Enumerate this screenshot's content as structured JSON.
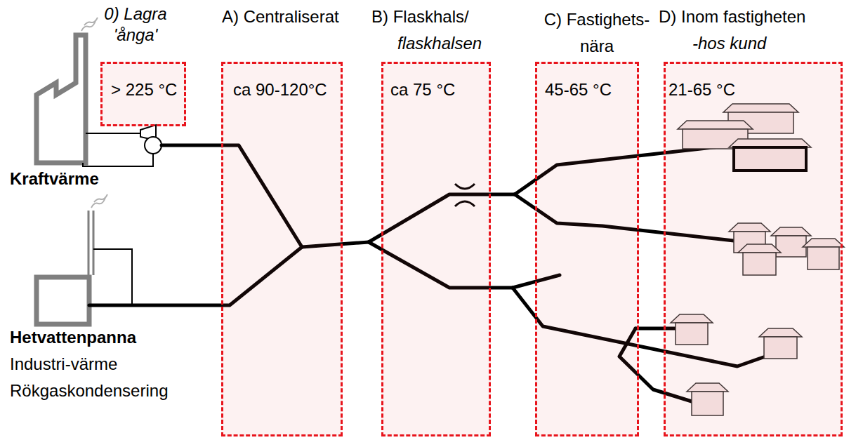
{
  "diagram": {
    "nodes": [
      {
        "text": [
          "0) Lagra 'ånga'",
          "> 225 °C"
        ]
      },
      {
        "text": [
          "A) Centraliserat",
          "ca 90-120°C"
        ]
      },
      {
        "text": [
          "B) Flaskhals/",
          "flaskhalsen",
          "ca 75 °C"
        ]
      },
      {
        "text": [
          "C) Fastighets- nära",
          "45-65 °C"
        ]
      },
      {
        "text": [
          "D) Inom fastigheten",
          "-hos kund",
          "21-65 °C"
        ]
      }
    ],
    "labels": [
      "Kraftvärme",
      "Hetvattenpanna",
      "Industri-värme",
      "Rökgaskondensering"
    ]
  }
}
